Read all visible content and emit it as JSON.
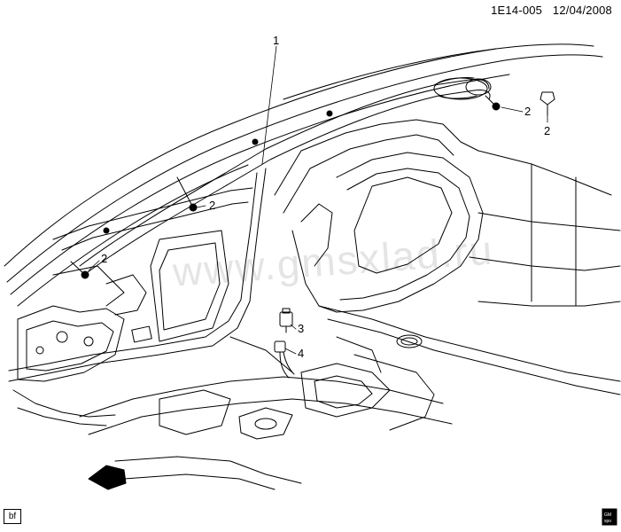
{
  "header": {
    "diagram_code": "1E14-005",
    "date": "12/04/2008"
  },
  "callouts": {
    "label_1": "1",
    "label_2a": "2",
    "label_2b": "2",
    "label_2c": "2",
    "label_2d": "2",
    "label_3": "3",
    "label_4": "4"
  },
  "watermark": "www.gmsxlad.ru",
  "footer": {
    "left_tag": "bf",
    "logo_top": "GM",
    "logo_bottom": "spo"
  }
}
